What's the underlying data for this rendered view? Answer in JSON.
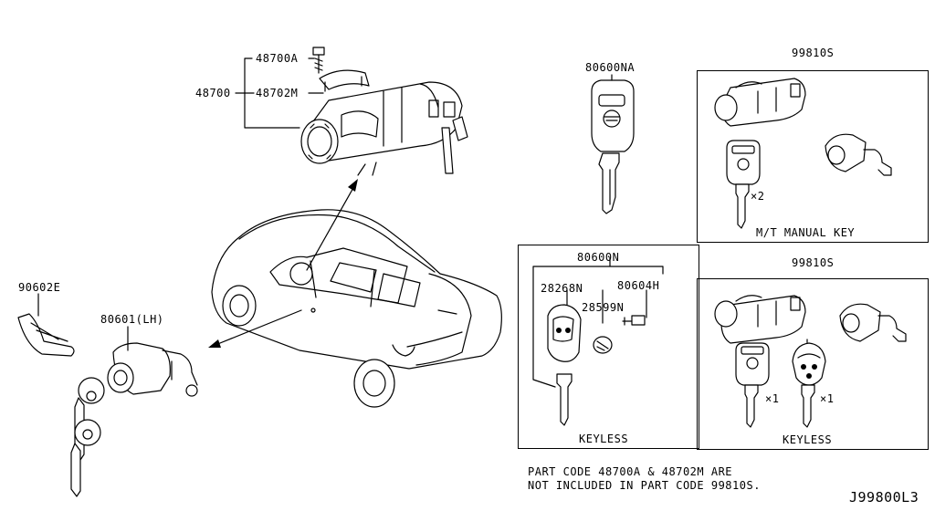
{
  "labels": {
    "p48700A": "48700A",
    "p48700": "48700",
    "p48702M": "48702M",
    "p80600NA": "80600NA",
    "p99810S_top": "99810S",
    "p99810S_bottom": "99810S",
    "p90602E": "90602E",
    "p80601": "80601(LH)",
    "p80600N": "80600N",
    "p28268N": "28268N",
    "p80604H": "80604H",
    "p28599N": "28599N"
  },
  "boxes": {
    "mt_caption": "M/T MANUAL KEY",
    "mt_qty": "×2",
    "keyless_caption": "KEYLESS",
    "keyless2_caption": "KEYLESS",
    "keyless2_qty_key": "×1",
    "keyless2_qty_fob": "×1"
  },
  "footer": {
    "note_line1": "PART CODE 48700A & 48702M ARE",
    "note_line2": "NOT INCLUDED IN PART CODE 99810S.",
    "diagram_code": "J99800L3"
  }
}
